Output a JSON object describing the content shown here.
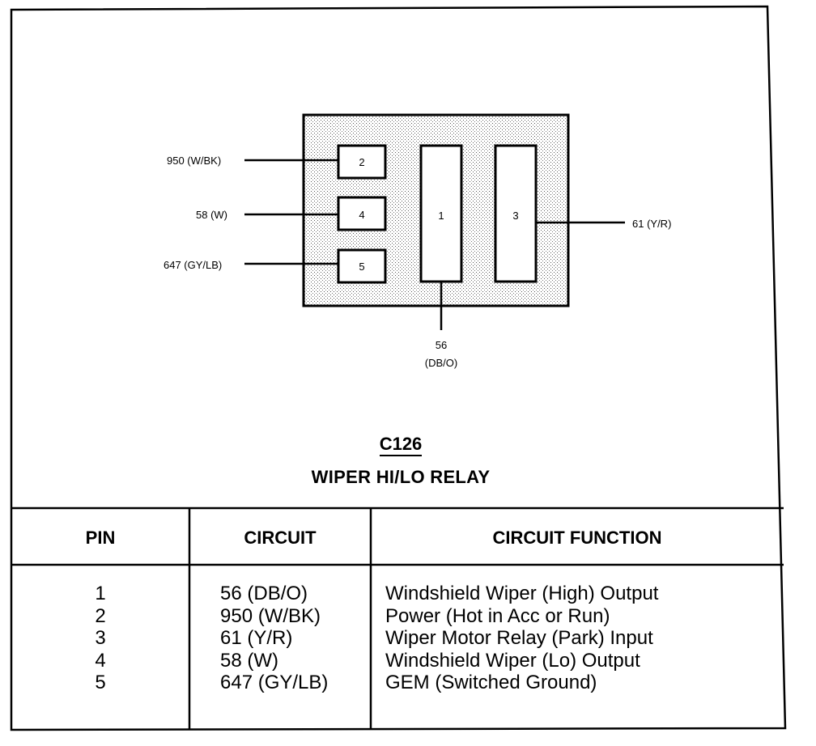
{
  "connector": {
    "code": "C126",
    "name": "WIPER HI/LO RELAY",
    "pins": [
      {
        "pin": "1",
        "circuit": "56 (DB/O)",
        "function": "Windshield Wiper (High) Output"
      },
      {
        "pin": "2",
        "circuit": "950 (W/BK)",
        "function": "Power (Hot in Acc or Run)"
      },
      {
        "pin": "3",
        "circuit": "61 (Y/R)",
        "function": "Wiper Motor Relay (Park) Input"
      },
      {
        "pin": "4",
        "circuit": "58 (W)",
        "function": "Windshield Wiper (Lo) Output"
      },
      {
        "pin": "5",
        "circuit": "647 (GY/LB)",
        "function": "GEM (Switched Ground)"
      }
    ]
  },
  "diagram": {
    "wire_labels": {
      "pin2": "950 (W/BK)",
      "pin4": "58 (W)",
      "pin5": "647 (GY/LB)",
      "pin3": "61 (Y/R)",
      "pin1_number": "56",
      "pin1_color": "(DB/O)"
    },
    "pin_numbers": {
      "p1": "1",
      "p2": "2",
      "p3": "3",
      "p4": "4",
      "p5": "5"
    }
  },
  "table": {
    "headers": {
      "pin": "PIN",
      "circuit": "CIRCUIT",
      "function": "CIRCUIT FUNCTION"
    }
  }
}
